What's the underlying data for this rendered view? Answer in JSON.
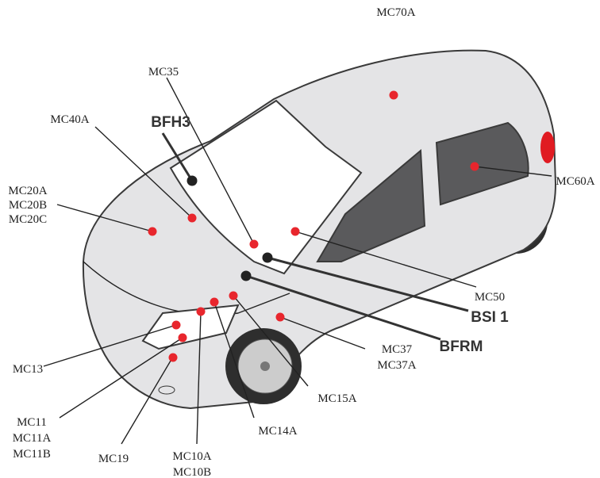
{
  "diagram": {
    "connectors": {
      "mc70a": [
        "MC70A"
      ],
      "mc35": [
        "MC35"
      ],
      "mc40a": [
        "MC40A"
      ],
      "bfh3": [
        "BFH3"
      ],
      "mc20": [
        "MC20A",
        "MC20B",
        "MC20C"
      ],
      "mc60a": [
        "MC60A"
      ],
      "mc50": [
        "MC50"
      ],
      "bsi1": [
        "BSI 1"
      ],
      "bfrm": [
        "BFRM"
      ],
      "mc37": [
        "MC37",
        "MC37A"
      ],
      "mc15a": [
        "MC15A"
      ],
      "mc14a": [
        "MC14A"
      ],
      "mc10": [
        "MC10A",
        "MC10B"
      ],
      "mc19": [
        "MC19"
      ],
      "mc13": [
        "MC13"
      ],
      "mc11": [
        "MC11",
        "MC11A",
        "MC11B"
      ]
    },
    "colors": {
      "connector_dot": "#e8262d",
      "module_dot": "#222222",
      "tail_light": "#e01b22"
    }
  }
}
